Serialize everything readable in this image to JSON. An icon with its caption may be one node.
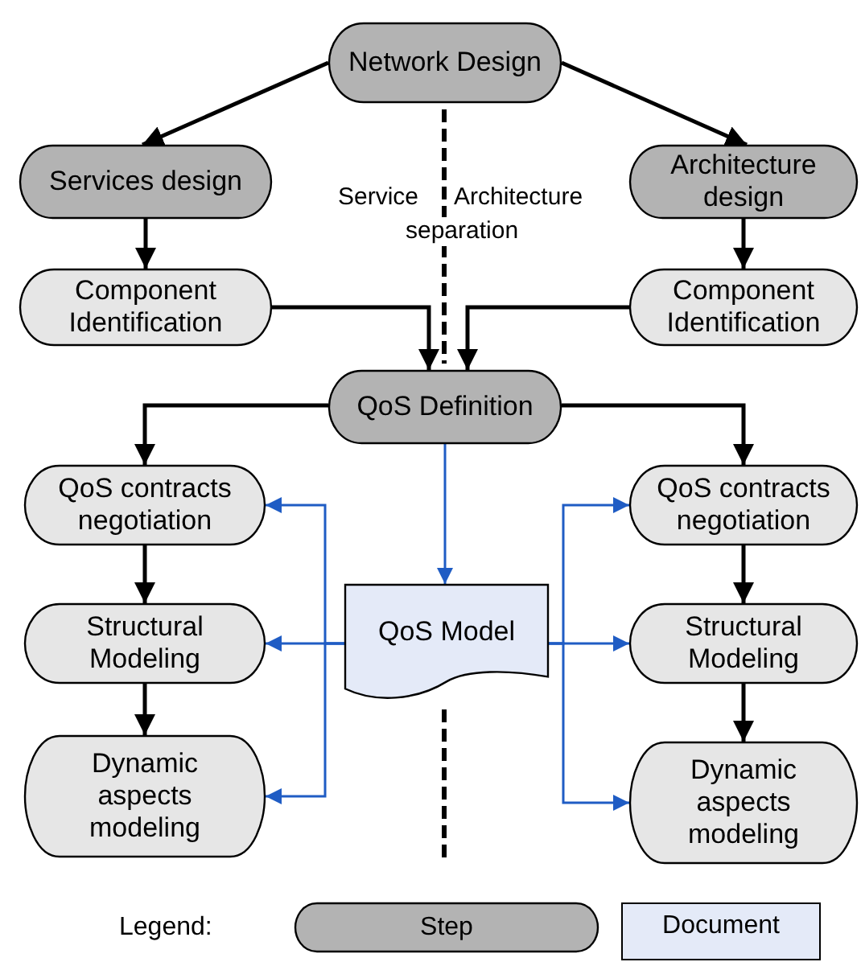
{
  "diagram": {
    "nodes": [
      {
        "text": [
          "Network Design"
        ]
      },
      {
        "text": [
          "Services design"
        ]
      },
      {
        "text": [
          "Architecture design"
        ]
      },
      {
        "text": [
          "Component Identification"
        ]
      },
      {
        "text": [
          "Component Identification"
        ]
      },
      {
        "text": [
          "QoS Definition"
        ]
      },
      {
        "text": [
          "QoS contracts negotiation"
        ]
      },
      {
        "text": [
          "QoS Model"
        ]
      },
      {
        "text": [
          "QoS contracts negotiation"
        ]
      },
      {
        "text": [
          "Structural Modeling"
        ]
      },
      {
        "text": [
          "Structural Modeling"
        ]
      },
      {
        "text": [
          "Dynamic aspects modeling"
        ]
      },
      {
        "text": [
          "Dynamic aspects modeling"
        ]
      }
    ],
    "edges": [
      {
        "from": 0,
        "to": 1,
        "arrow": "to"
      },
      {
        "from": 0,
        "to": 2,
        "arrow": "to"
      },
      {
        "from": 1,
        "to": 3,
        "arrow": "to"
      },
      {
        "from": 2,
        "to": 4,
        "arrow": "to"
      },
      {
        "from": 3,
        "to": 5,
        "arrow": "to"
      },
      {
        "from": 4,
        "to": 5,
        "arrow": "to"
      },
      {
        "from": 5,
        "to": 6,
        "arrow": "to"
      },
      {
        "from": 5,
        "to": 8,
        "arrow": "to"
      },
      {
        "from": 5,
        "to": 7,
        "arrow": "to",
        "color": "#1f5cc4"
      },
      {
        "from": 6,
        "to": 9,
        "arrow": "to"
      },
      {
        "from": 9,
        "to": 11,
        "arrow": "to"
      },
      {
        "from": 8,
        "to": 10,
        "arrow": "to"
      },
      {
        "from": 10,
        "to": 12,
        "arrow": "to"
      },
      {
        "from": 7,
        "to": 6,
        "arrow": "to",
        "color": "#1f5cc4"
      },
      {
        "from": 7,
        "to": 9,
        "arrow": "to",
        "color": "#1f5cc4"
      },
      {
        "from": 7,
        "to": 11,
        "arrow": "to",
        "color": "#1f5cc4"
      },
      {
        "from": 7,
        "to": 8,
        "arrow": "to",
        "color": "#1f5cc4"
      },
      {
        "from": 7,
        "to": 10,
        "arrow": "to",
        "color": "#1f5cc4"
      },
      {
        "from": 7,
        "to": 12,
        "arrow": "to",
        "color": "#1f5cc4"
      }
    ],
    "labels": [
      "Service",
      "Architecture",
      "separation",
      "Legend:"
    ],
    "legend": [
      {
        "text": "Step",
        "color": "#b3b3b3"
      },
      {
        "text": "Document",
        "color": "#e4eaf8"
      }
    ]
  }
}
